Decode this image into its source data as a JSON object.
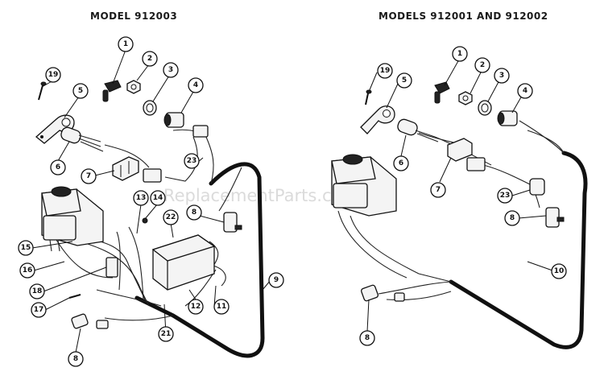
{
  "diagram": {
    "left_title": "MODEL 912003",
    "right_title": "MODELS 912001 AND 912002",
    "watermark": "eReplacementParts.com",
    "left_callouts": [
      "1",
      "2",
      "3",
      "4",
      "5",
      "6",
      "7",
      "8",
      "9",
      "11",
      "12",
      "13",
      "14",
      "15",
      "16",
      "17",
      "18",
      "19",
      "21",
      "22",
      "23",
      "8"
    ],
    "right_callouts": [
      "1",
      "2",
      "3",
      "4",
      "5",
      "6",
      "7",
      "8",
      "8",
      "10",
      "19",
      "23"
    ]
  }
}
